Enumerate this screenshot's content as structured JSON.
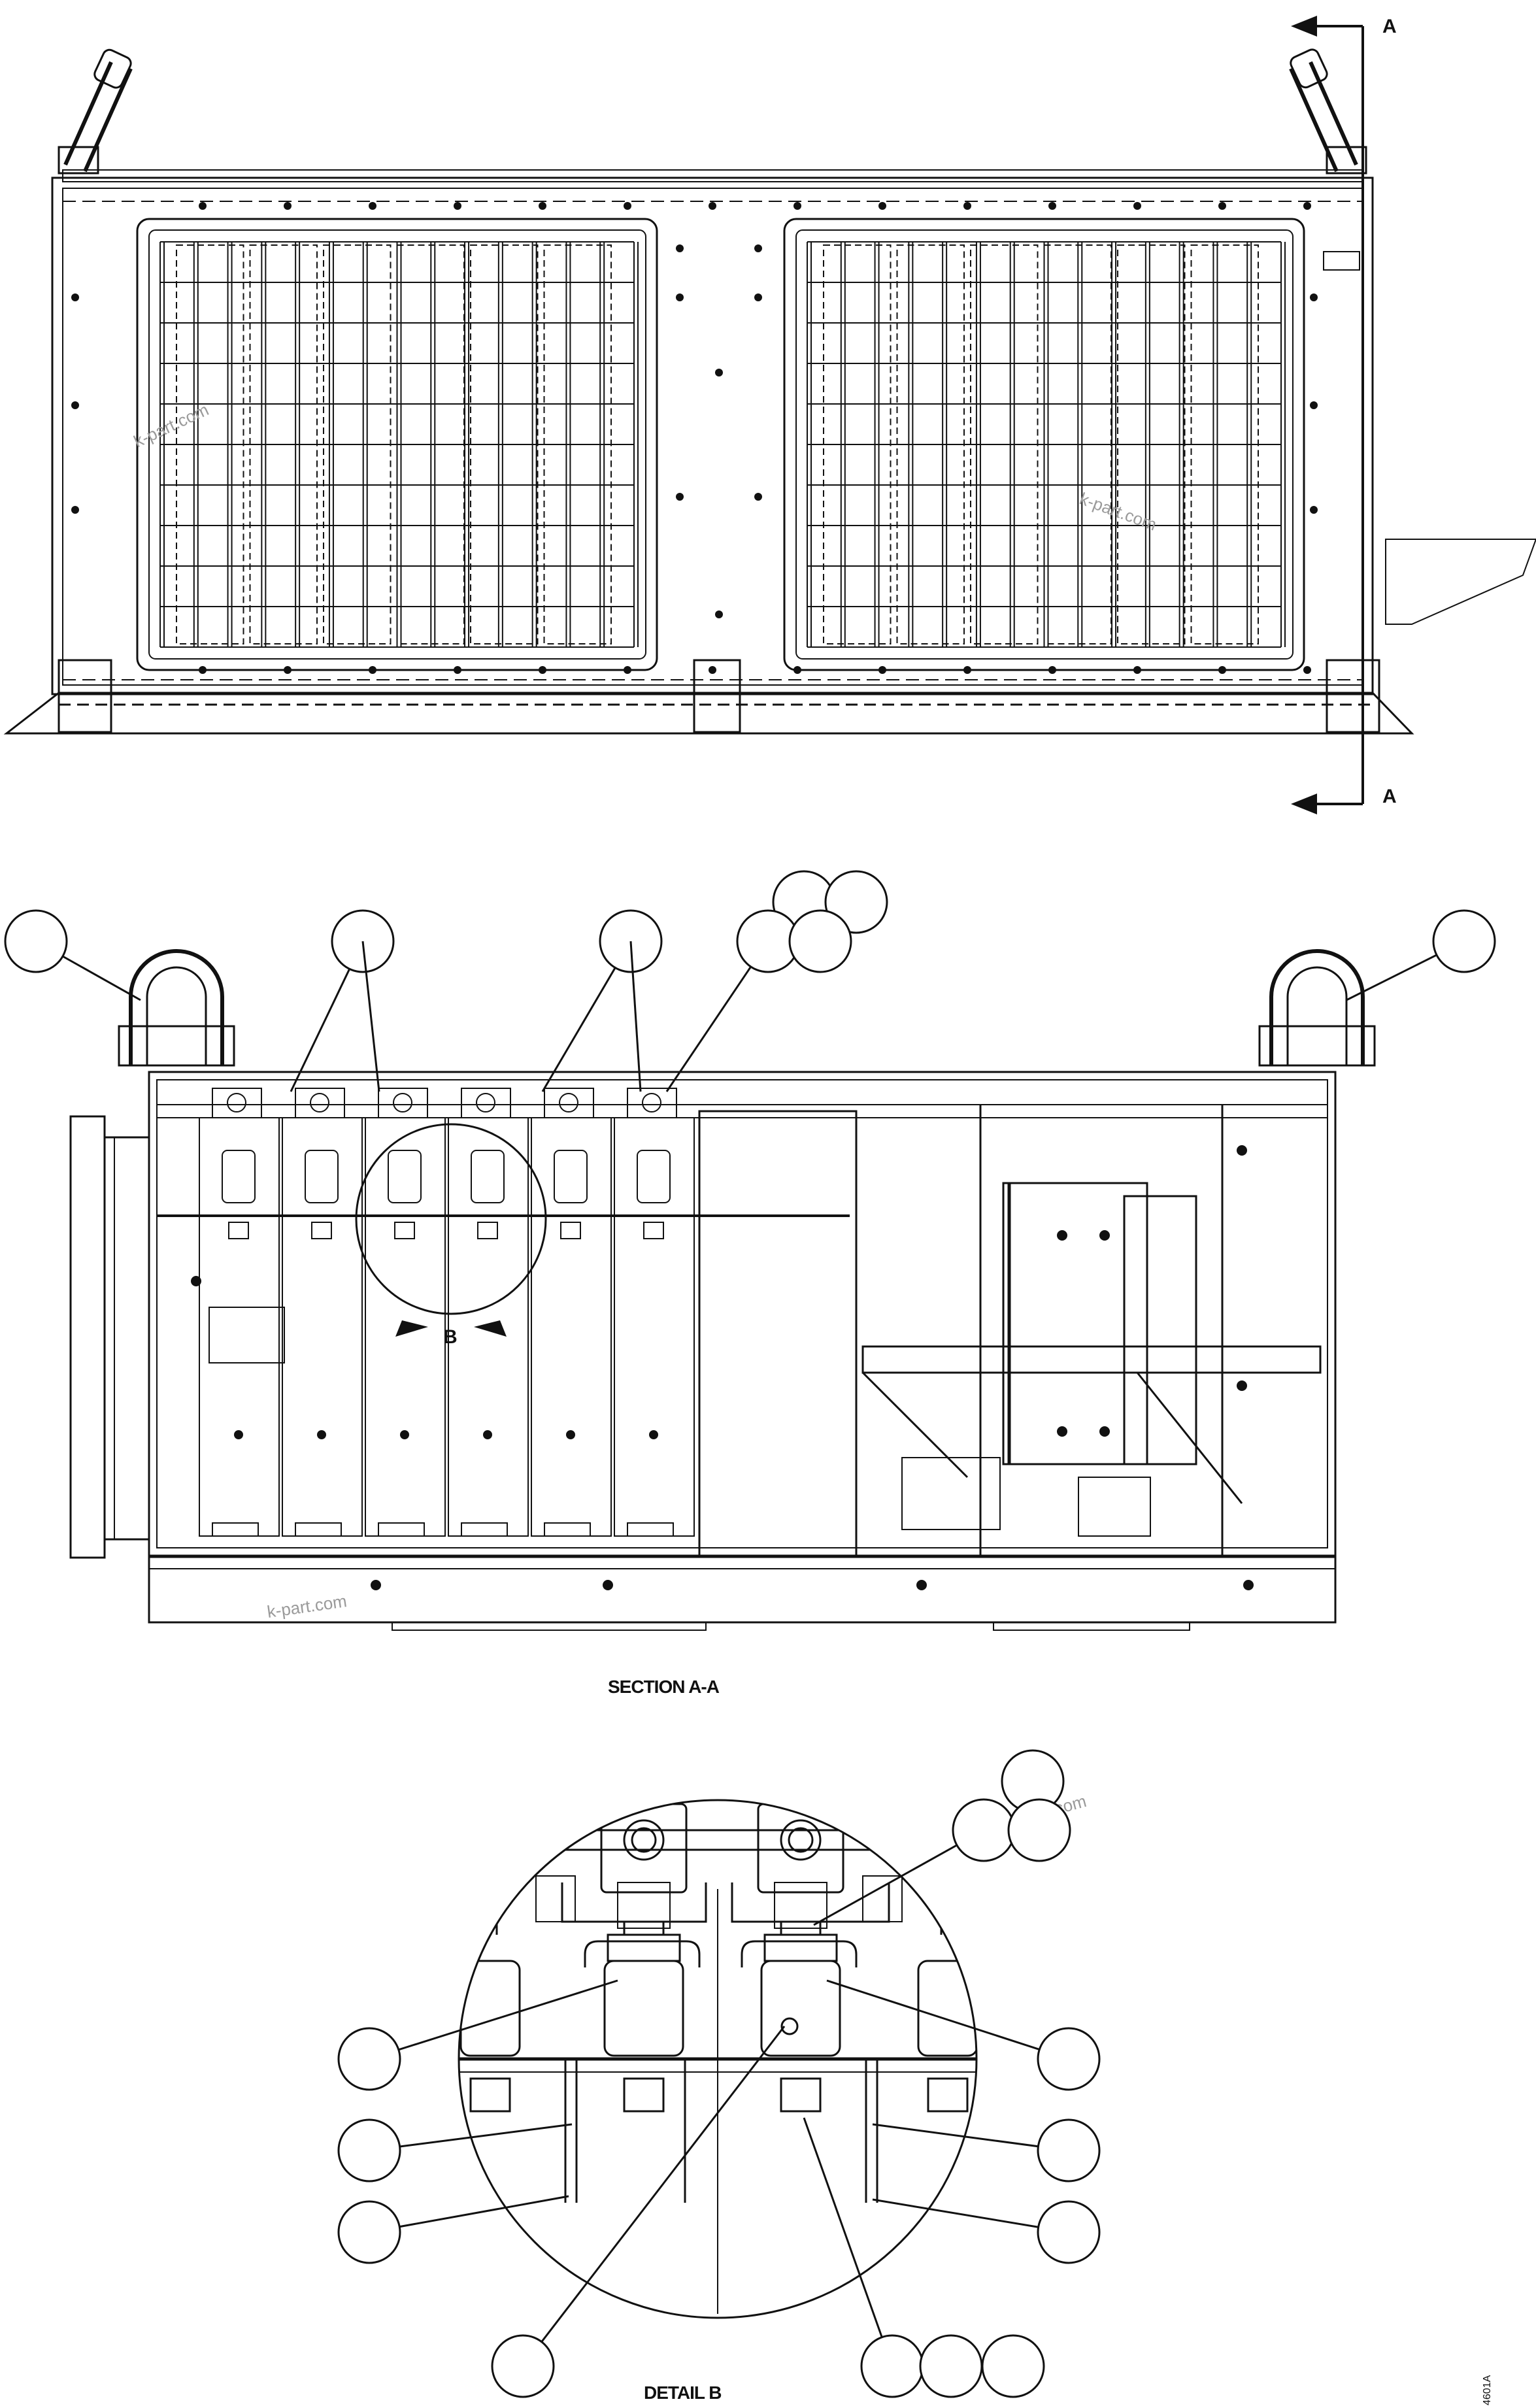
{
  "labels": {
    "section_marker": "A",
    "detail_marker": "B",
    "section_caption": "SECTION A-A",
    "detail_caption": "DETAIL B",
    "sheet_code": "4601A"
  },
  "watermarks": [
    "k-part.com",
    "k-part.com",
    "k-part.com",
    "k-part.com"
  ]
}
